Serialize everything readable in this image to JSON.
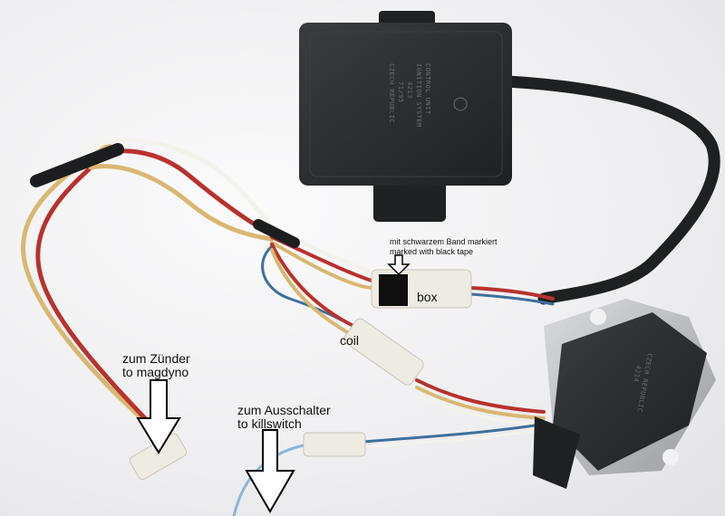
{
  "annotations": {
    "tape_note_de": "mit schwarzem Band markiert",
    "tape_note_en": "marked with black tape",
    "box_label": "box",
    "coil_label": "coil",
    "ignition_de": "zum Zünder",
    "ignition_en": "to magdyno",
    "killswitch_de": "zum Ausschalter",
    "killswitch_en": "to killswitch"
  },
  "control_unit_print": {
    "line1": "CONTROL UNIT",
    "line2": "IGNITION SYSTEM",
    "line3": "4213",
    "line4": "71/95",
    "line5": "CZECH REPUBLIC"
  },
  "coil_print": {
    "line1": "CZECH REPUBLIC",
    "line2": "4214"
  },
  "colors": {
    "background": "#f2f2f3",
    "housing": "#262829",
    "wire_red": "#b8322e",
    "wire_blue": "#3f6f9a",
    "wire_yellow": "#d9b772",
    "wire_white": "#f4f2ec",
    "connector": "#eeebe3"
  }
}
